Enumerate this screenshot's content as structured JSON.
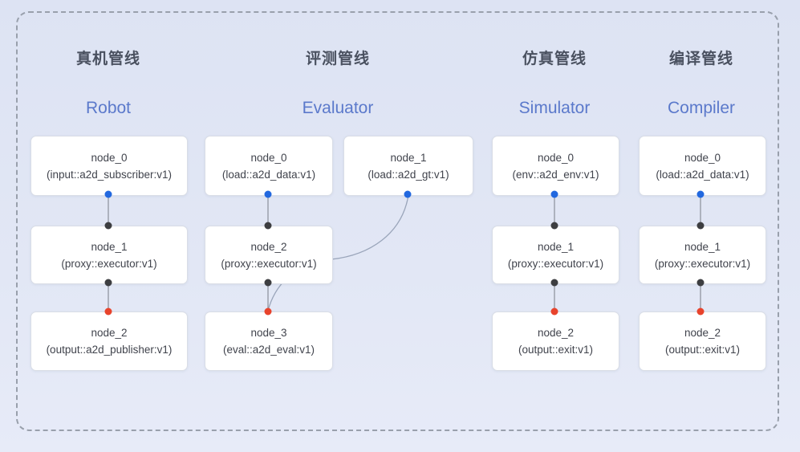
{
  "diagram": {
    "pipelines": [
      {
        "title_zh": "真机管线",
        "title_en": "Robot",
        "nodes": [
          {
            "name": "node_0",
            "type": "(input::a2d_subscriber:v1)"
          },
          {
            "name": "node_1",
            "type": "(proxy::executor:v1)"
          },
          {
            "name": "node_2",
            "type": "(output::a2d_publisher:v1)"
          }
        ]
      },
      {
        "title_zh": "评测管线",
        "title_en": "Evaluator",
        "nodes": [
          {
            "name": "node_0",
            "type": "(load::a2d_data:v1)"
          },
          {
            "name": "node_1",
            "type": "(load::a2d_gt:v1)"
          },
          {
            "name": "node_2",
            "type": "(proxy::executor:v1)"
          },
          {
            "name": "node_3",
            "type": "(eval::a2d_eval:v1)"
          }
        ]
      },
      {
        "title_zh": "仿真管线",
        "title_en": "Simulator",
        "nodes": [
          {
            "name": "node_0",
            "type": "(env::a2d_env:v1)"
          },
          {
            "name": "node_1",
            "type": "(proxy::executor:v1)"
          },
          {
            "name": "node_2",
            "type": "(output::exit:v1)"
          }
        ]
      },
      {
        "title_zh": "编译管线",
        "title_en": "Compiler",
        "nodes": [
          {
            "name": "node_0",
            "type": "(load::a2d_data:v1)"
          },
          {
            "name": "node_1",
            "type": "(proxy::executor:v1)"
          },
          {
            "name": "node_2",
            "type": "(output::exit:v1)"
          }
        ]
      }
    ],
    "colors": {
      "output_port": "#2268df",
      "internal_port": "#3d3e41",
      "input_port": "#e8432c",
      "title_en": "#5b79cb",
      "title_zh": "#4a5160"
    }
  }
}
